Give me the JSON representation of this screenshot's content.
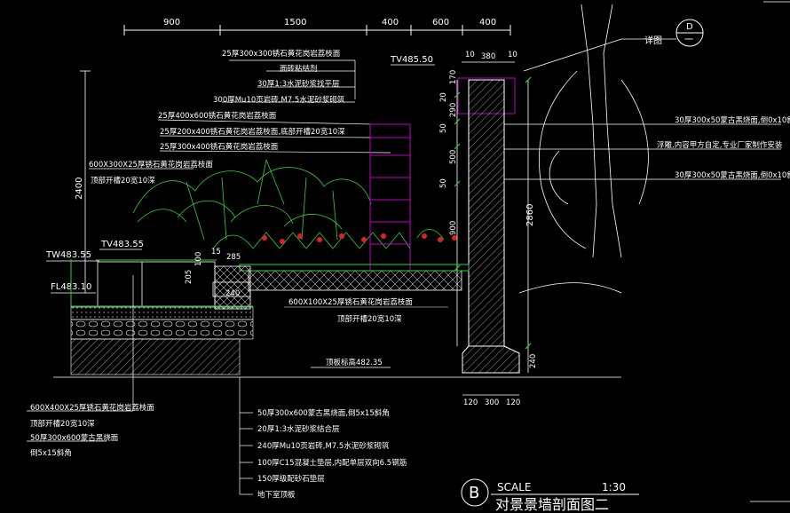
{
  "top_dimensions": [
    "900",
    "1500",
    "400",
    "600",
    "400"
  ],
  "detail": {
    "label": "详图",
    "letter": "D",
    "sheet": "一"
  },
  "upper_left_notes": [
    "25厚300x300锈石黄花岗岩荔枝面",
    "面砖粘结剂",
    "30厚1:3水泥砂浆找平层",
    "300厚Mu10页岩砖,M7.5水泥砂浆砌筑",
    "25厚400x600锈石黄花岗岩荔枝面",
    "25厚200x400锈石黄花岗岩荔枝面,底部开槽20宽10深",
    "25厚300x400锈石黄花岗岩荔枝面",
    "600X300X25厚锈石黄花岗岩荔枝面",
    "顶部开槽20宽10深"
  ],
  "right_notes": [
    "30厚300x50蒙古黑烧面,倒0x10斜角",
    "浮雕,内容甲方自定,专业厂家制作安装",
    "30厚300x50蒙古黑烧面,倒0x10斜角"
  ],
  "mid_notes": [
    "600X100X25厚锈石黄花岗岩荔枝面",
    "顶部开槽20宽10深"
  ],
  "elevations": {
    "tv1": "TV485.50",
    "tv2": "TV483.55",
    "tv3": "TW483.55",
    "fl": "FL483.10",
    "roof": "顶板标高482.35"
  },
  "wall_dims": {
    "top_gaps": [
      "10",
      "10"
    ],
    "width_380": "380",
    "v170": "170",
    "v20": "20",
    "v290": "290",
    "v500": "500",
    "v50a": "50",
    "v50b": "50",
    "v900": "900",
    "v2860": "2860",
    "v240": "240",
    "bottom": [
      "120",
      "300",
      "120"
    ]
  },
  "left_dims": {
    "v2400": "2400",
    "v15": "15",
    "v285": "285",
    "v240": "240",
    "v100": "100",
    "v205": "205"
  },
  "lower_left_notes": [
    "600X400X25厚锈石黄花岗岩荔枝面",
    "顶部开槽20宽10深",
    "50厚300x600蒙古黑烧面",
    "倒5x15斜角"
  ],
  "bottom_notes": [
    "50厚300x600蒙古黑烧面,倒5x15斜角",
    "20厚1:3水泥砂浆结合层",
    "240厚Mu10页岩砖,M7.5水泥砂浆砌筑",
    "100厚C15混凝土垫层,内配单层双向6.5钢筋",
    "150厚级配砂石垫层",
    "地下室顶板"
  ],
  "title": {
    "symbol": "B",
    "scale_label": "SCALE",
    "scale_value": "1:30",
    "name": "对景景墙剖面图二"
  },
  "colors": {
    "bg": "#000000",
    "line": "#ffffff",
    "green": "#2fd32f",
    "magenta": "#c000c0",
    "red": "#e02020",
    "yellow": "#e8e800",
    "cyan": "#20c0c0"
  }
}
